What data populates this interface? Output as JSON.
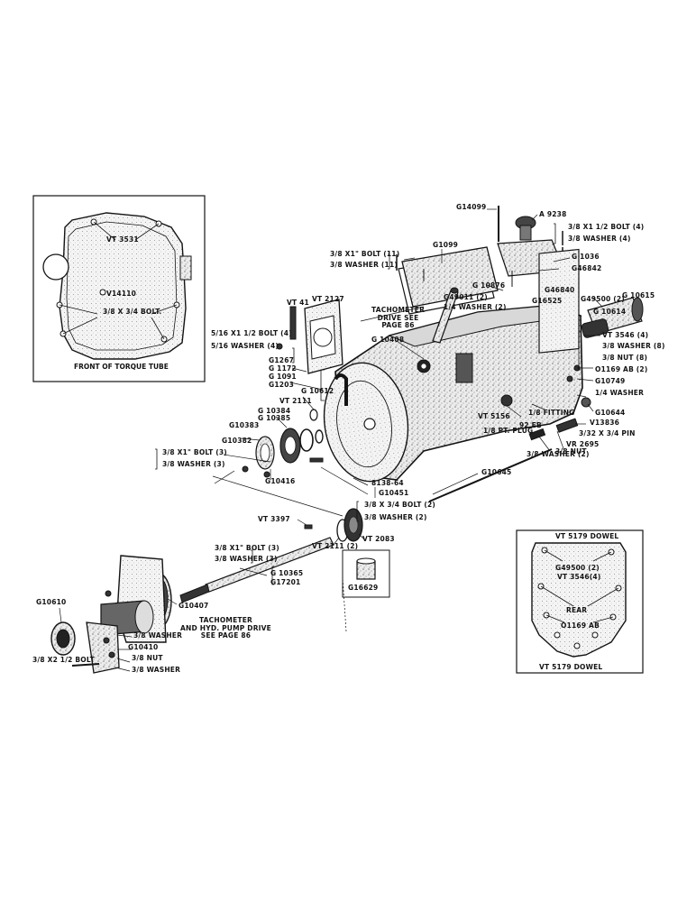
{
  "labels": {
    "g14099": "G14099",
    "a9238": "A 9238",
    "bolt4_top": "3/8 X1 1/2 BOLT (4)",
    "washer4_top": "3/8 WASHER (4)",
    "g1036": "G 1036",
    "g46842": "G46842",
    "g1099": "G1099",
    "bolt11": "3/8 X1\" BOLT (11)",
    "washer11": "3/8 WASHER (11)",
    "g10876": "G 10876",
    "g49011": "G49011 (2)",
    "washer2_top": "1/4 WASHER (2)",
    "g16525": "G16525",
    "g46840": "G46840",
    "g49500": "G49500 (2)",
    "g10615": "G 10615",
    "g10614": "G 10614",
    "tach_drive": "TACHOMETER\nDRIVE SEE\nPAGE 86",
    "g10408": "G 10408",
    "vt41": "VT 41",
    "vt2127": "VT 2127",
    "bolt4_left": "5/16 X1 1/2 BOLT (4)",
    "washer4_left": "5/16 WASHER (4)",
    "vt3546": "VT 3546 (4)",
    "washer8": "3/8 WASHER (8)",
    "nut8": "3/8 NUT (8)",
    "o1169": "O1169 AB (2)",
    "g10749": "G10749",
    "g1267": "G1267",
    "g1172": "G 1172",
    "g1091": "G 1091",
    "g1203": "G1203",
    "g10612": "G 10612",
    "washer_r": "1/4 WASHER",
    "g10644": "G10644",
    "vt2111_a": "VT 2111",
    "g10384": "G 10384",
    "g10385": "G 10385",
    "g10383": "G10383",
    "vt5156": "VT 5156",
    "fitting": "1/8 FITTING",
    "eb": "92 EB",
    "pt_plug": "1/8 PT. PLUG",
    "v13836": "V13836",
    "pin": "3/32 X 3/4 PIN",
    "vr2695": "VR 2695",
    "g10382": "G10382",
    "bolt3_left": "3/8 X1\" BOLT (3)",
    "washer3_left": "3/8 WASHER (3)",
    "washer2_mid": "3/8 WASHER (2)",
    "nut_mid": "3/8 NUT",
    "g10416": "G10416",
    "b138": "8138-64",
    "g10451": "G10451",
    "g10645": "G10645",
    "bolt2_mid": "3/8 X 3/4 BOLT (2)",
    "washer2_low": "3/8 WASHER (2)",
    "vt3397": "VT 3397",
    "vt2111_b": "VT 2111 (2)",
    "vt2083": "VT 2083",
    "bolt3_low": "3/8 X1\" BOLT (3)",
    "washer3_low": "3/8 WASHER (3)",
    "g10365": "G 10365",
    "g17201": "G17201",
    "g16629": "G16629",
    "g10407": "G10407",
    "g10610": "G10610",
    "tach_hyd": "TACHOMETER\nAND HYD. PUMP DRIVE\nSEE PAGE 86",
    "washer_low": "3/8 WASHER",
    "g10410": "G10410",
    "nut_low": "3/8 NUT",
    "bolt_low": "3/8 X2 1/2 BOLT",
    "washer_low2": "3/8 WASHER"
  },
  "inset_left": {
    "caption": "FRONT OF TORQUE TUBE",
    "vt3531": "VT 3531",
    "v14110": "V14110",
    "bolt": "3/8 X 3/4 BOLT."
  },
  "inset_right": {
    "dowel_top": "VT 5179 DOWEL",
    "g49500": "G49500 (2)",
    "vt3546": "VT 3546(4)",
    "rear": "REAR",
    "o1169": "O1169 AB",
    "dowel_bottom": "VT 5179 DOWEL"
  },
  "colors": {
    "ink": "#141414",
    "background": "#ffffff",
    "shade": "#8a8a8a"
  }
}
